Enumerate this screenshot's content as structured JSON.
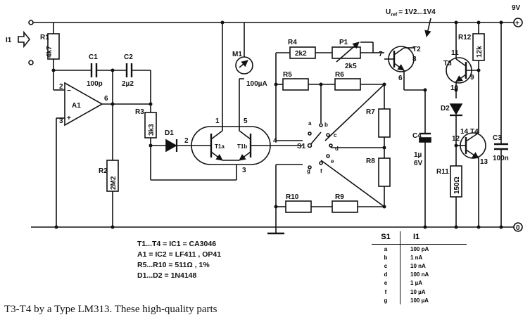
{
  "input": {
    "label": "I1"
  },
  "supply": {
    "positive": "9V",
    "positive_symbol": "+",
    "ground_symbol": "0"
  },
  "uref": {
    "u": "U",
    "sub": "ref",
    "value": "= 1V2...1V4"
  },
  "components": {
    "R1": "R1",
    "R1_value": "4k7",
    "C1": "C1",
    "C1_value": "100p",
    "C2": "C2",
    "C2_value": "2µ2",
    "A1": "A1",
    "R2": "R2",
    "R2_value": "2M2",
    "R3": "R3",
    "R3_value": "3k3",
    "D1": "D1",
    "M1": "M1",
    "M1_value": "100µA",
    "T1a": "T1a",
    "T1b": "T1b",
    "R4": "R4",
    "R4_value": "2k2",
    "P1": "P1",
    "P1_value": "2k5",
    "R5": "R5",
    "R6": "R6",
    "R7": "R7",
    "R8": "R8",
    "R9": "R9",
    "R10": "R10",
    "S1": "S1",
    "T2": "T2",
    "T3": "T3",
    "T4": "T4",
    "R12": "R12",
    "R12_value": "12k",
    "D2": "D2",
    "C4": "C4",
    "C4_value1": "1µ",
    "C4_value2": "6V",
    "R11": "R11",
    "R11_value": "150Ω",
    "C3": "C3",
    "C3_value": "100n"
  },
  "pins": {
    "a1_minus": "2",
    "a1_plus": "3",
    "a1_out": "6",
    "t1a_top": "1",
    "t1b_top": "5",
    "t1a_base": "2",
    "t1_emit": "3",
    "t1b_base": "4",
    "t2_base": "7",
    "t2_col": "8",
    "t2_emit": "6",
    "t3_col": "11",
    "t3_emit": "10",
    "t3_base": "9",
    "t4_base": "12",
    "t4_col": "14",
    "t4_emit": "13"
  },
  "switch_positions": [
    "a",
    "b",
    "c",
    "d",
    "e",
    "f",
    "g"
  ],
  "notes": [
    "T1...T4 = IC1 = CA3046",
    "A1 = IC2 = LF411 , OP41",
    "R5...R10 = 511Ω , 1%",
    "D1...D2 = 1N4148"
  ],
  "table": {
    "headers": [
      "S1",
      "I1"
    ],
    "rows": [
      [
        "a",
        "100 pA"
      ],
      [
        "b",
        "1 nA"
      ],
      [
        "c",
        "10 nA"
      ],
      [
        "d",
        "100 nA"
      ],
      [
        "e",
        "1 µA"
      ],
      [
        "f",
        "10 µA"
      ],
      [
        "g",
        "100 µA"
      ]
    ]
  },
  "body_text": "T3-T4 by a Type LM313. These high-quality parts"
}
